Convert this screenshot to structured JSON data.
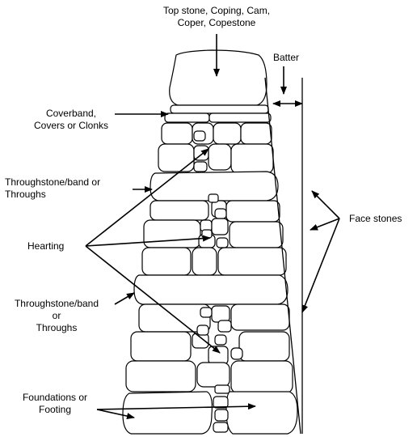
{
  "labels": {
    "top_stone": [
      "Top stone, Coping, Cam,",
      "Coper, Copestone"
    ],
    "batter": "Batter",
    "coverband": [
      "Coverband,",
      "Covers or Clonks"
    ],
    "throughstone_upper": [
      "Throughstone/band or",
      "Throughs"
    ],
    "face_stones": "Face stones",
    "hearting": "Hearting",
    "throughstone_lower": [
      "Throughstone/band",
      "or",
      "Throughs"
    ],
    "foundations": [
      "Foundations or",
      "Footing"
    ]
  },
  "colors": {
    "ink": "#000000",
    "paper": "#ffffff"
  }
}
